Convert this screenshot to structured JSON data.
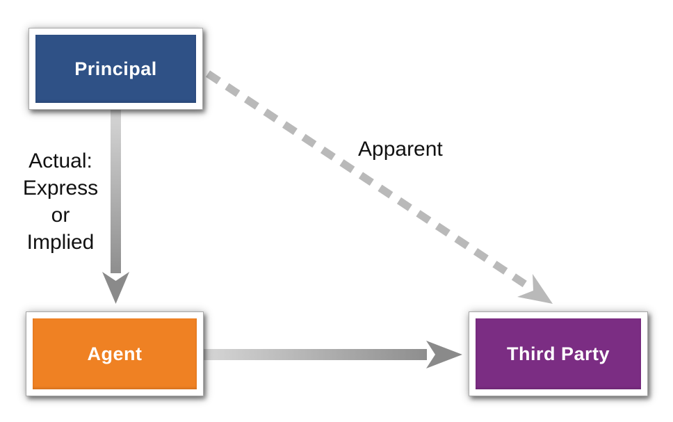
{
  "nodes": [
    {
      "id": "principal",
      "label": "Principal",
      "color": "#2F5186"
    },
    {
      "id": "agent",
      "label": "Agent",
      "color": "#EF8123"
    },
    {
      "id": "third-party",
      "label": "Third Party",
      "color": "#7B2D83"
    }
  ],
  "edges": [
    {
      "from": "principal",
      "to": "agent",
      "style": "solid",
      "label": "Actual: Express or Implied",
      "label_lines": [
        "Actual:",
        "Express",
        "or",
        "Implied"
      ]
    },
    {
      "from": "principal",
      "to": "third-party",
      "style": "dashed",
      "label": "Apparent"
    },
    {
      "from": "agent",
      "to": "third-party",
      "style": "solid",
      "label": ""
    }
  ],
  "colors": {
    "arrow_solid_dark": "#8A8A8A",
    "arrow_solid_light": "#D6D6D6",
    "dash_gray": "#B9B9B9",
    "label_text": "#111111",
    "node_border": "#A9A9A9",
    "background": "#FFFFFF"
  }
}
